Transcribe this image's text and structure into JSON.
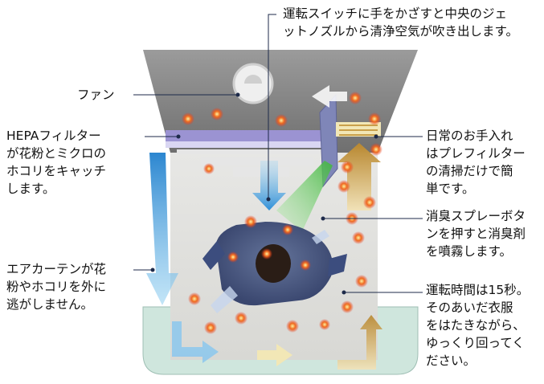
{
  "labels": {
    "top_caption": "運転スイッチに手をかざすと中央のジェ\nットノズルから清浄空気が吹き出します。",
    "fan": "ファン",
    "hepa": "HEPAフィルター\nが花粉とミクロの\nホコリをキャッチ\nします。",
    "air_curtain": "エアカーテンが花\n粉やホコリを外に\n逃がしません。",
    "prefilter": "日常のお手入れ\nはプレフィルター\nの清掃だけで簡\n単です。",
    "deodorant": "消臭スプレーボタ\nンを押すと消臭剤\nを噴霧します。",
    "runtime": "運転時間は15秒。\nそのあいだ衣服\nをはたきながら、\nゆっくり回ってく\nださい。"
  },
  "colors": {
    "housing_top": "#8e8e8e",
    "housing_inner": "#e4e4e2",
    "base_tint": "#cfe6dd",
    "filter_purple": "#8f86c8",
    "airflow_blue": "#4aa3dc",
    "spray_green": "#5cc45a",
    "prefilter_gold": "#c9a04a",
    "particle_red": "#e8311c"
  }
}
